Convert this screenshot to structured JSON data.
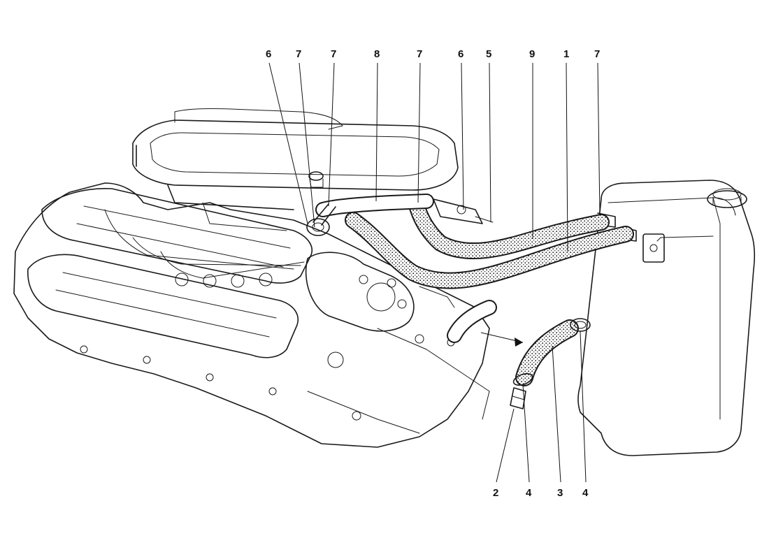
{
  "colors": {
    "ink": "#1a1a1a",
    "paper": "#ffffff",
    "hose_fill": "url(#dots)"
  },
  "callouts": {
    "c6a": "6",
    "c7a": "7",
    "c7b": "7",
    "c8": "8",
    "c7c": "7",
    "c6b": "6",
    "c5": "5",
    "c9": "9",
    "c1": "1",
    "c7d": "7",
    "c2": "2",
    "c4a": "4",
    "c3": "3",
    "c4b": "4"
  },
  "parts": {
    "engine": "engine-block-drawing",
    "air_filter": "air-filter-housing",
    "tank": "expansion-tank",
    "hoses": [
      "hose-1",
      "hose-8",
      "hose-9",
      "hose-3"
    ]
  }
}
